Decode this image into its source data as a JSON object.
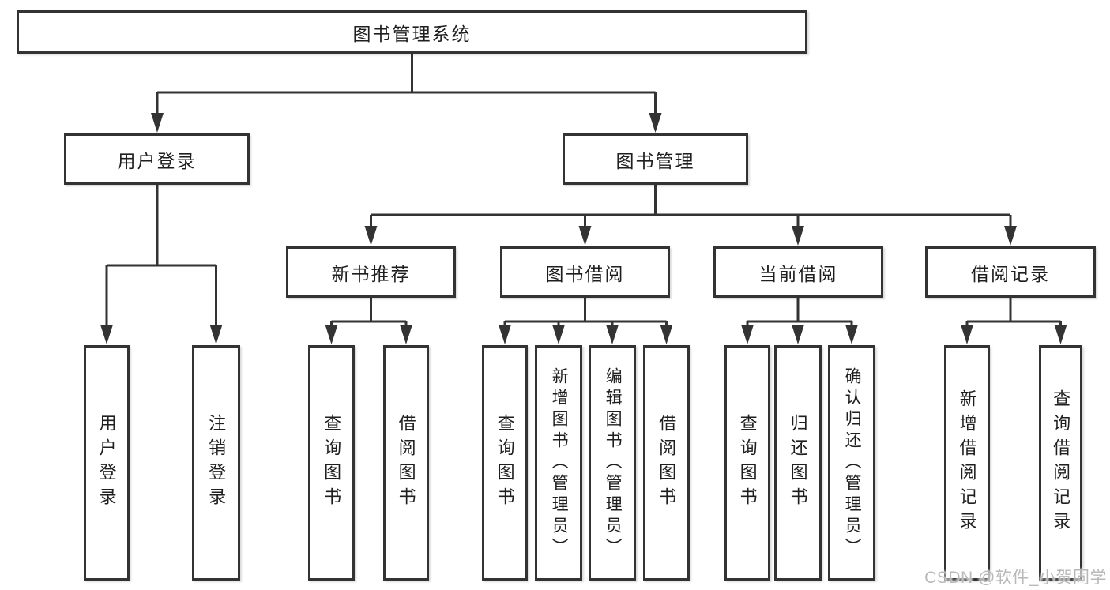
{
  "diagram_title": "图书管理系统",
  "nodes": {
    "root": {
      "label": "图书管理系统"
    },
    "level2": [
      {
        "label": "用户登录",
        "parent": "图书管理系统"
      },
      {
        "label": "图书管理",
        "parent": "图书管理系统"
      }
    ],
    "level3": [
      {
        "label": "新书推荐",
        "parent": "图书管理"
      },
      {
        "label": "图书借阅",
        "parent": "图书管理"
      },
      {
        "label": "当前借阅",
        "parent": "图书管理"
      },
      {
        "label": "借阅记录",
        "parent": "图书管理"
      }
    ],
    "leaves": [
      {
        "label": "用户登录",
        "parent": "用户登录"
      },
      {
        "label": "注销登录",
        "parent": "用户登录"
      },
      {
        "label": "查询图书",
        "parent": "新书推荐"
      },
      {
        "label": "借阅图书",
        "parent": "新书推荐"
      },
      {
        "label": "查询图书",
        "parent": "图书借阅"
      },
      {
        "label": "新增图书（管理员）",
        "parent": "图书借阅"
      },
      {
        "label": "编辑图书（管理员）",
        "parent": "图书借阅"
      },
      {
        "label": "借阅图书",
        "parent": "图书借阅"
      },
      {
        "label": "查询图书",
        "parent": "当前借阅"
      },
      {
        "label": "归还图书",
        "parent": "当前借阅"
      },
      {
        "label": "确认归还（管理员）",
        "parent": "当前借阅"
      },
      {
        "label": "新增借阅记录",
        "parent": "借阅记录"
      },
      {
        "label": "查询借阅记录",
        "parent": "借阅记录"
      }
    ]
  },
  "watermark": "CSDN @软件_小贺同学",
  "colors": {
    "border": "#333333",
    "connector": "#333333",
    "text": "#1f1f1f",
    "watermark": "#b8b8b8",
    "background": "#ffffff"
  }
}
